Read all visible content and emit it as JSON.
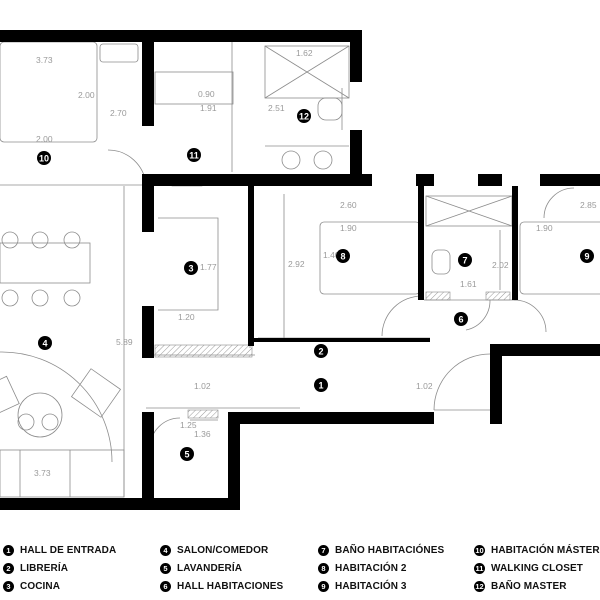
{
  "rooms": [
    {
      "num": "1",
      "label": "HALL DE ENTRADA"
    },
    {
      "num": "2",
      "label": "LIBRERÍA"
    },
    {
      "num": "3",
      "label": "COCINA"
    },
    {
      "num": "4",
      "label": "SALON/COMEDOR"
    },
    {
      "num": "5",
      "label": "LAVANDERÍA"
    },
    {
      "num": "6",
      "label": "HALL HABITACIONES"
    },
    {
      "num": "7",
      "label": "BAÑO HABITACIÓNES"
    },
    {
      "num": "8",
      "label": "HABITACIÓN 2"
    },
    {
      "num": "9",
      "label": "HABITACIÓN 3"
    },
    {
      "num": "10",
      "label": "HABITACIÓN MÁSTER"
    },
    {
      "num": "11",
      "label": "WALKING CLOSET"
    },
    {
      "num": "12",
      "label": "BAÑO MASTER"
    }
  ],
  "dimensions": [
    "3.73",
    "2.00",
    "2.70",
    "2.00",
    "0.90",
    "1.91",
    "1.62",
    "2.51",
    "2.60",
    "1.90",
    "2.92",
    "1.40",
    "1.77",
    "1.20",
    "2.02",
    "1.61",
    "2.85",
    "1.90",
    "5.89",
    "1.02",
    "1.02",
    "1.25",
    "1.36",
    "3.73"
  ],
  "colors": {
    "wall": "#000000",
    "line": "#8c8c8c",
    "dimension": "#9a9a9a",
    "hatch": "#9a9a9a",
    "badge": "#000000"
  }
}
